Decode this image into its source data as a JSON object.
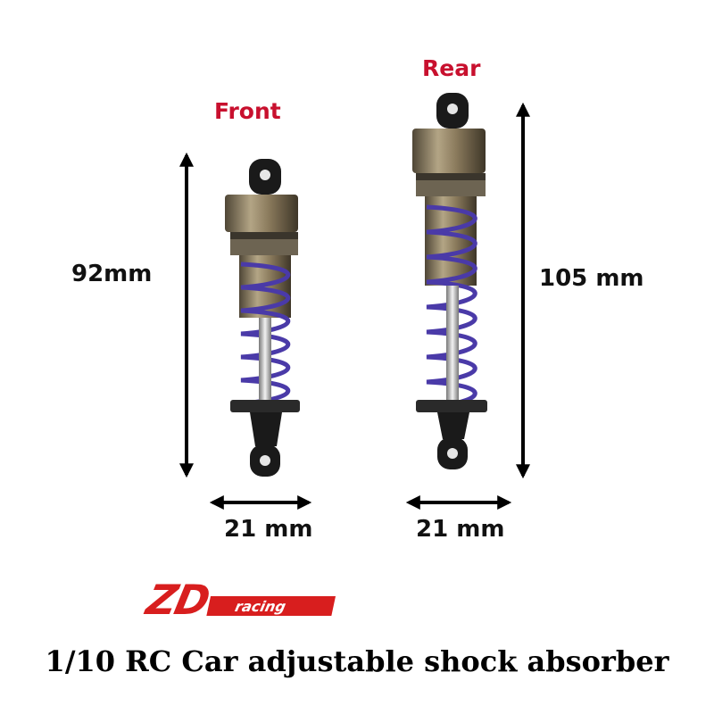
{
  "front": {
    "label": "Front",
    "height": "92mm",
    "width": "21 mm"
  },
  "rear": {
    "label": "Rear",
    "height": "105 mm",
    "width": "21 mm"
  },
  "brand": {
    "main": "ZD",
    "sub": "racing"
  },
  "caption": "1/10 RC Car adjustable shock absorber",
  "colors": {
    "label_red": "#c8102e",
    "spring_purple": "#4a3aa8",
    "body_bronze": "#8a7a5c",
    "mount_black": "#1a1a1a"
  }
}
